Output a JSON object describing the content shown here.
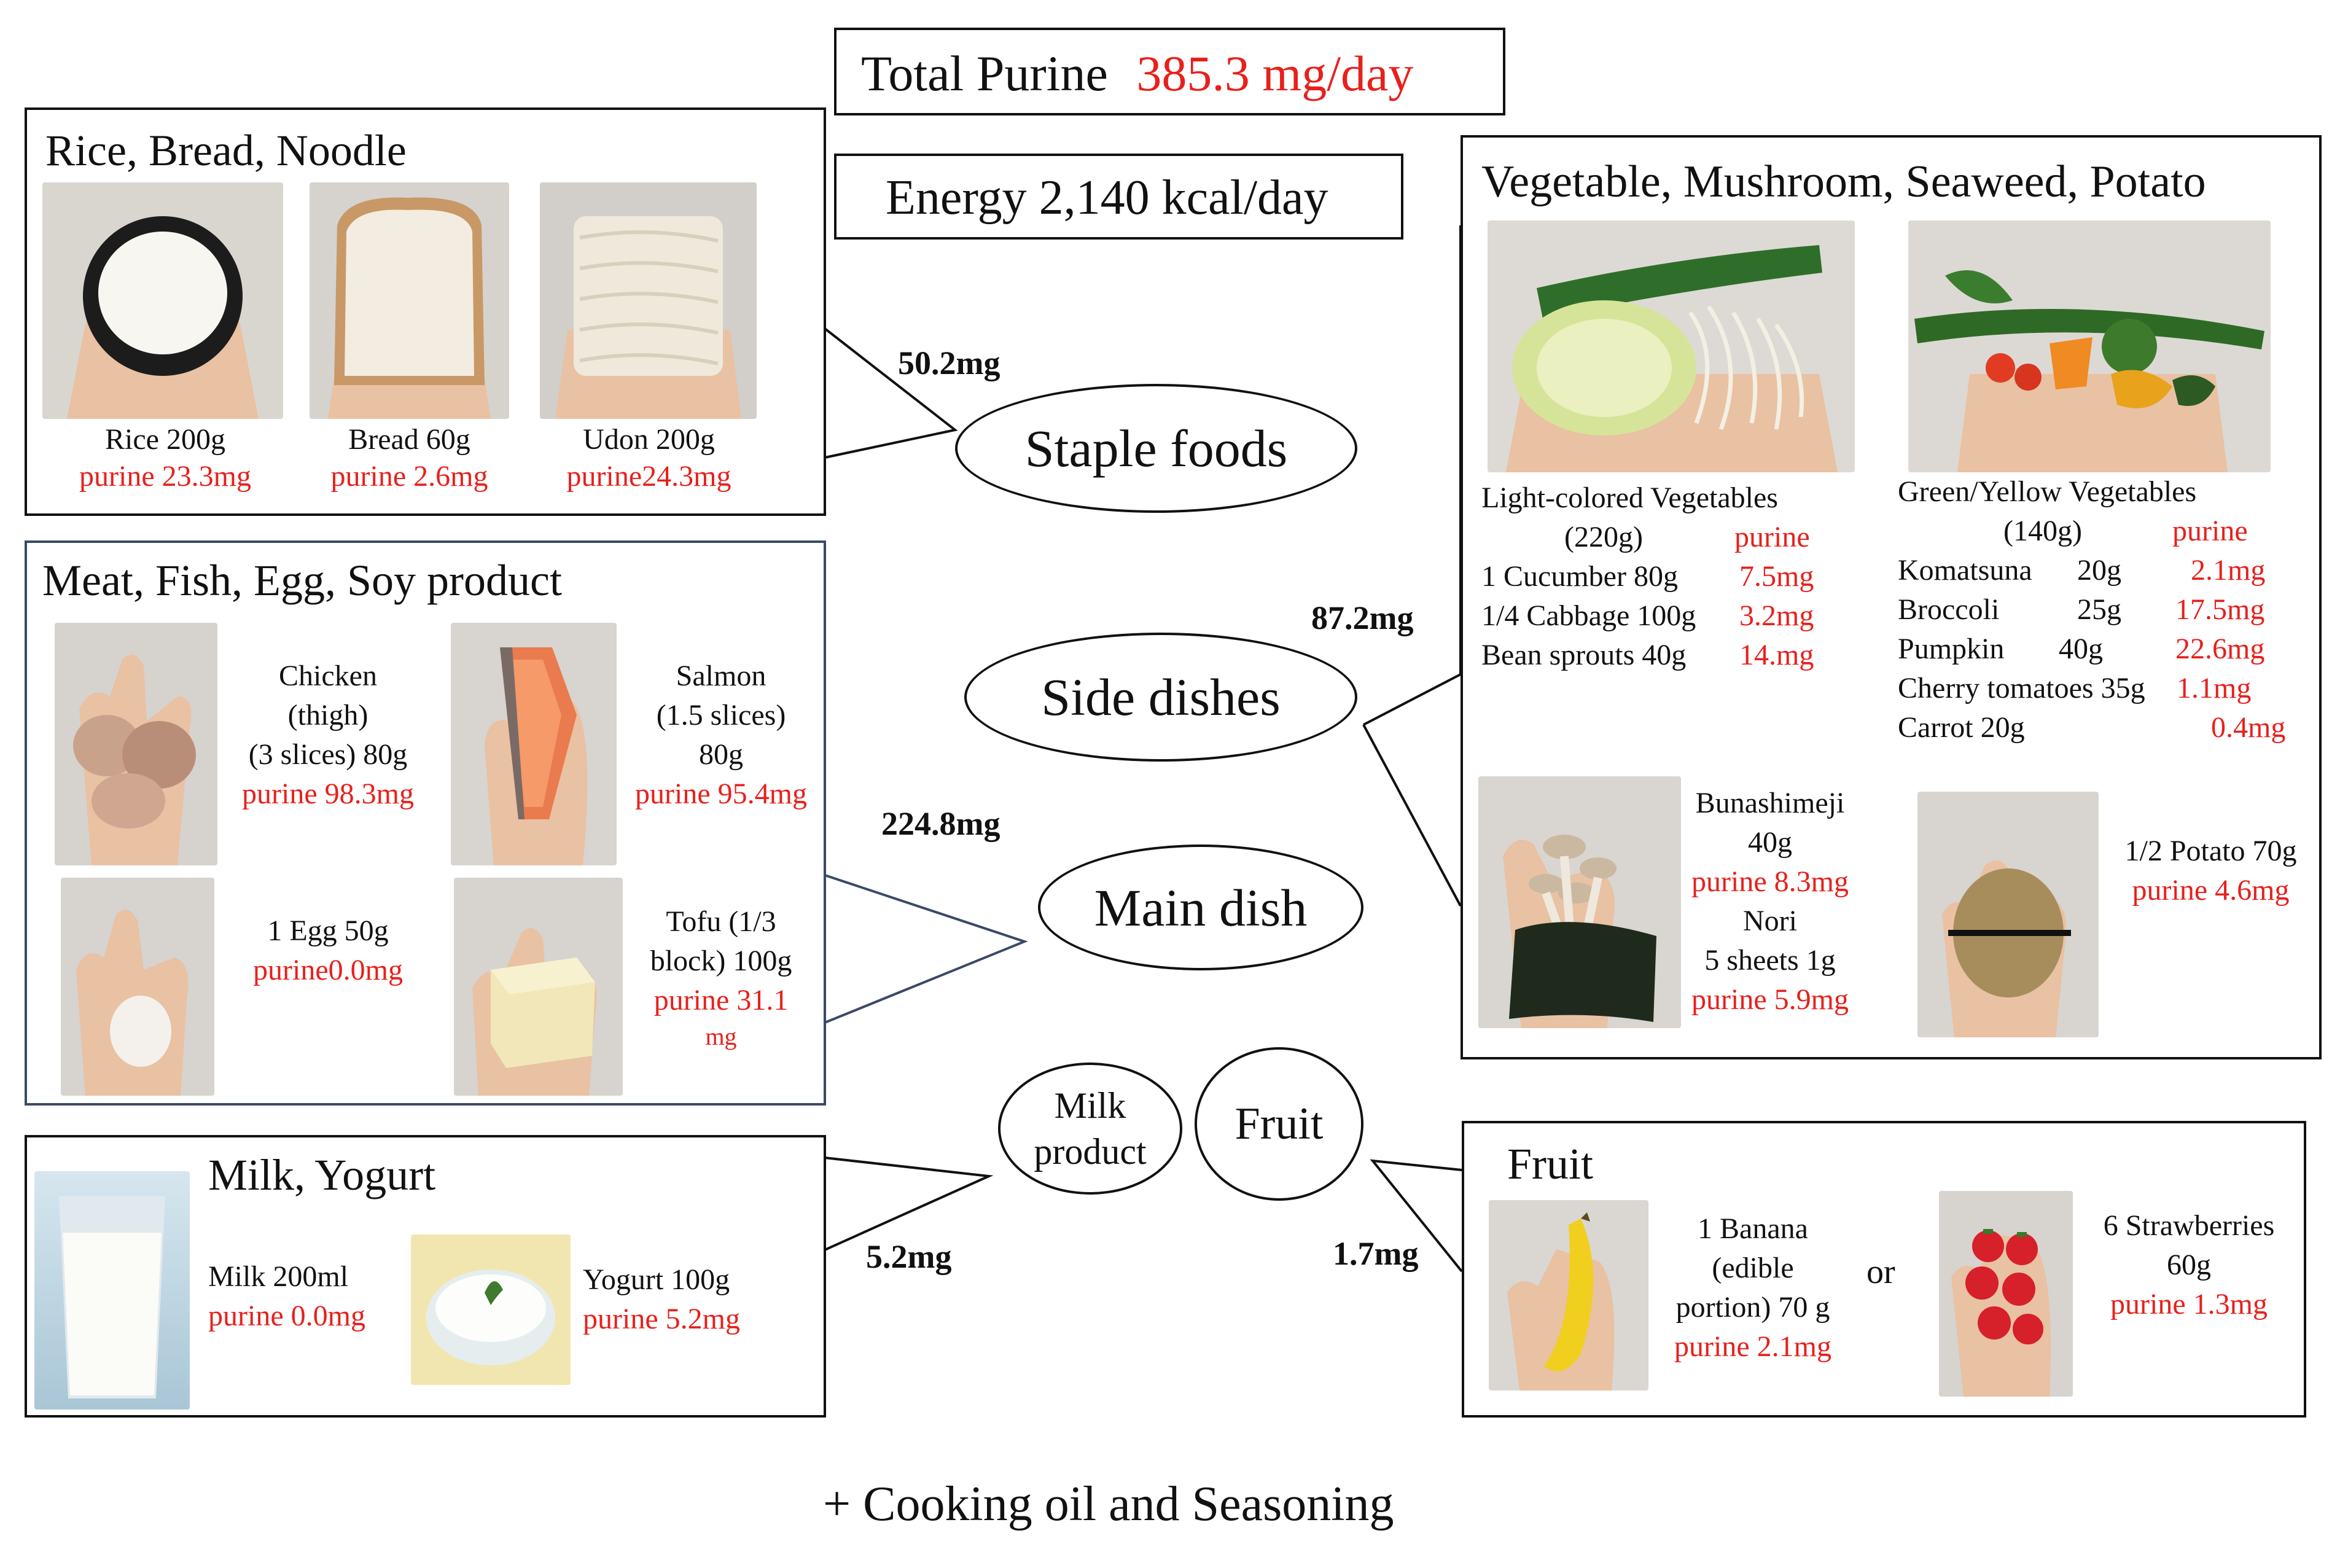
{
  "totals": {
    "purine_label": "Total Purine",
    "purine_value": "385.3 mg/day",
    "energy": "Energy 2,140 kcal/day"
  },
  "categories": {
    "staple": "Staple foods",
    "side": "Side dishes",
    "main": "Main dish",
    "milk": [
      "Milk",
      "product"
    ],
    "fruit": "Fruit"
  },
  "amounts": {
    "staple": "50.2mg",
    "side": "87.2mg",
    "main": "224.8mg",
    "milk": "5.2mg",
    "fruit": "1.7mg"
  },
  "rice_box": {
    "title": "Rice, Bread, Noodle",
    "items": [
      {
        "name": "Rice 200g",
        "purine": "purine 23.3mg"
      },
      {
        "name": "Bread 60g",
        "purine": "purine 2.6mg"
      },
      {
        "name": "Udon 200g",
        "purine": "purine24.3mg"
      }
    ]
  },
  "meat_box": {
    "title": "Meat, Fish, Egg, Soy product",
    "chicken": [
      "Chicken",
      "(thigh)",
      "(3 slices)  80g"
    ],
    "chicken_purine": "purine 98.3mg",
    "salmon": [
      "Salmon",
      "(1.5 slices)",
      "80g"
    ],
    "salmon_purine": "purine 95.4mg",
    "egg": "1 Egg 50g",
    "egg_purine": "purine0.0mg",
    "tofu": [
      "Tofu (1/3",
      "block) 100g"
    ],
    "tofu_purine": [
      "purine 31.1",
      "mg"
    ]
  },
  "milk_box": {
    "title": "Milk, Yogurt",
    "milk": "Milk 200ml",
    "milk_purine": "purine 0.0mg",
    "yogurt": "Yogurt 100g",
    "yogurt_purine": "purine 5.2mg"
  },
  "veg_box": {
    "title": "Vegetable, Mushroom, Seaweed, Potato",
    "light_title": "Light-colored Vegetables",
    "light_weight": "(220g)",
    "purine_word": "purine",
    "light_items": [
      {
        "name": "1 Cucumber 80g",
        "purine": "7.5mg"
      },
      {
        "name": "1/4 Cabbage 100g",
        "purine": "3.2mg"
      },
      {
        "name": "Bean sprouts 40g",
        "purine": "14.mg"
      }
    ],
    "green_title": "Green/Yellow Vegetables",
    "green_weight": "(140g)",
    "green_items": [
      {
        "name": "Komatsuna",
        "weight": "20g",
        "purine": "2.1mg"
      },
      {
        "name": "Broccoli",
        "weight": "25g",
        "purine": "17.5mg"
      },
      {
        "name": "Pumpkin",
        "weight": "40g",
        "purine": "22.6mg"
      },
      {
        "name": "Cherry tomatoes 35g",
        "weight": "",
        "purine": "1.1mg"
      },
      {
        "name": "Carrot  20g",
        "weight": "",
        "purine": "0.4mg"
      }
    ],
    "mushroom": [
      "Bunashimeji",
      "40g"
    ],
    "mushroom_purine": "purine 8.3mg",
    "nori": [
      "Nori",
      "5 sheets 1g"
    ],
    "nori_purine": "purine 5.9mg",
    "potato": "1/2 Potato 70g",
    "potato_purine": "purine 4.6mg"
  },
  "fruit_box": {
    "title": "Fruit",
    "banana": [
      "1 Banana",
      "(edible",
      "portion) 70 g"
    ],
    "banana_purine": "purine 2.1mg",
    "or": "or",
    "strawberry": [
      "6 Strawberries",
      "60g"
    ],
    "strawberry_purine": "purine 1.3mg"
  },
  "footer": "+ Cooking oil  and Seasoning"
}
